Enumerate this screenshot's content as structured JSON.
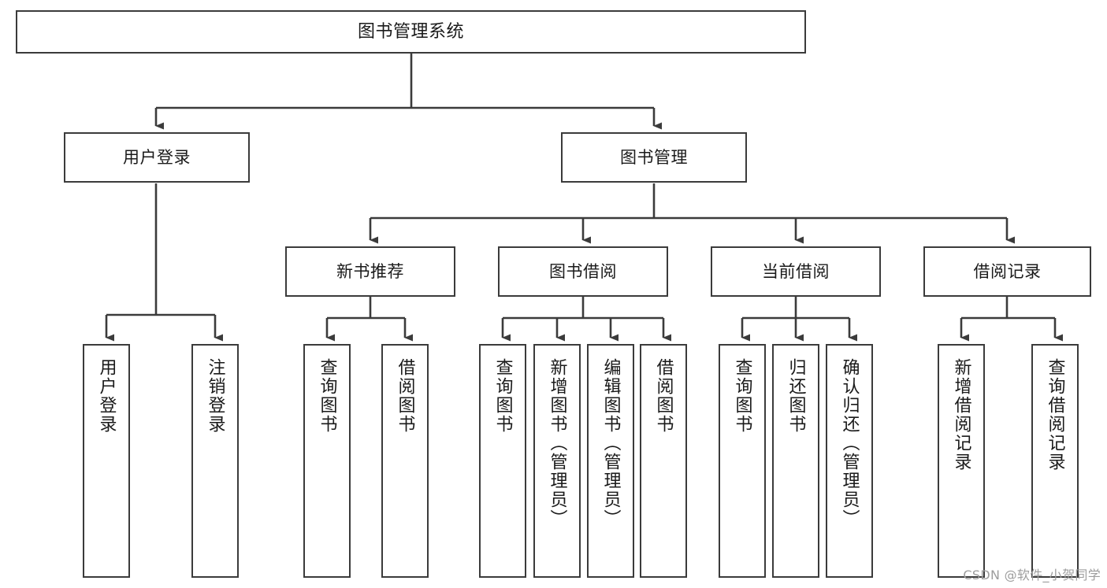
{
  "diagram": {
    "title": "图书管理系统",
    "type": "tree-hierarchy-diagram",
    "watermark": "CSDN @软件_小贺同学",
    "colors": {
      "border": "#3b3b3b",
      "fill": "#ffffff",
      "text": "#1a1a1a",
      "watermark": "#9d9d9d",
      "background": "#ffffff"
    },
    "root": {
      "label": "图书管理系统"
    },
    "level2": [
      {
        "label": "用户登录"
      },
      {
        "label": "图书管理"
      }
    ],
    "level3": [
      {
        "label": "新书推荐"
      },
      {
        "label": "图书借阅"
      },
      {
        "label": "当前借阅"
      },
      {
        "label": "借阅记录"
      }
    ],
    "leaves": {
      "user_login": [
        {
          "label": "用户登录"
        },
        {
          "label": "注销登录"
        }
      ],
      "new_book_recommend": [
        {
          "label": "查询图书"
        },
        {
          "label": "借阅图书"
        }
      ],
      "book_borrow": [
        {
          "label": "查询图书"
        },
        {
          "label": "新增图书（管理员）"
        },
        {
          "label": "编辑图书（管理员）"
        },
        {
          "label": "借阅图书"
        }
      ],
      "current_borrow": [
        {
          "label": "查询图书"
        },
        {
          "label": "归还图书"
        },
        {
          "label": "确认归还（管理员）"
        }
      ],
      "borrow_record": [
        {
          "label": "新增借阅记录"
        },
        {
          "label": "查询借阅记录"
        }
      ]
    }
  }
}
